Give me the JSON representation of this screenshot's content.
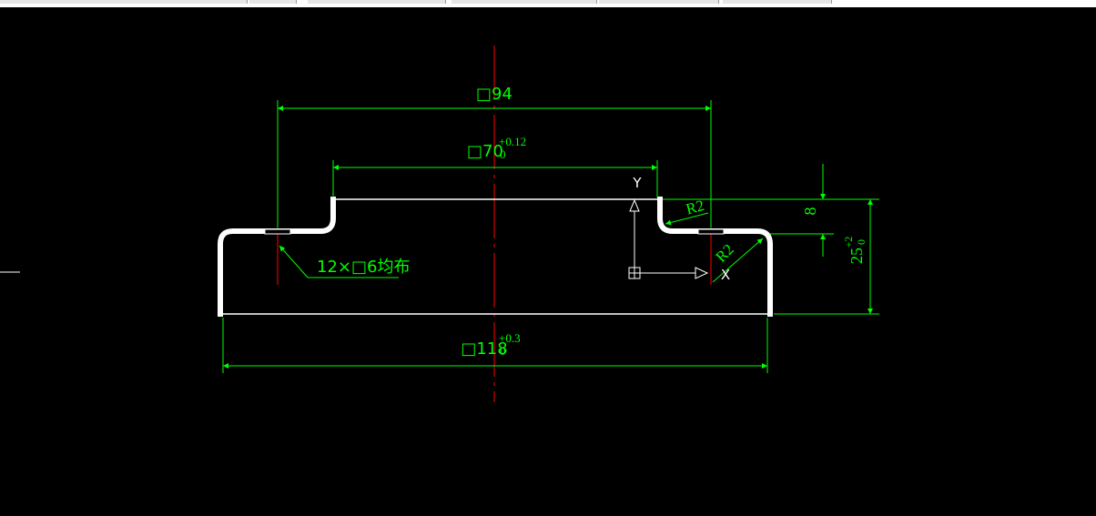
{
  "colors": {
    "background": "#000000",
    "object": "#ffffff",
    "dimension": "#00ff00",
    "centerline": "#ff0000",
    "ucs": "#ffffff"
  },
  "icons": {
    "ucs": "ucs-icon",
    "square_symbol": "square-box-icon"
  },
  "dimensions": {
    "top_width": "□94",
    "inner_width": "□70",
    "inner_tol_upper": "+0.12",
    "inner_tol_lower": "0",
    "bottom_width": "□118",
    "bottom_tol_upper": "+0.3",
    "bottom_tol_lower": "0",
    "radius_upper": "R2",
    "radius_lower": "R2",
    "step_height": "8",
    "total_height": "25",
    "height_tol_upper": "+2",
    "height_tol_lower": "0",
    "hole_note": "12×□6均布"
  },
  "ucs": {
    "x_label": "X",
    "y_label": "Y"
  }
}
